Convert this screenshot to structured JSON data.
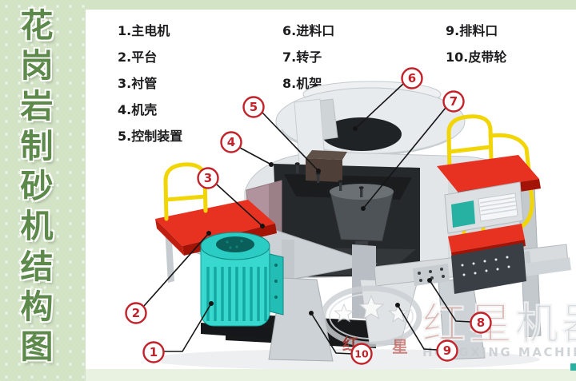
{
  "sidebar": {
    "title": "花岗岩制砂机结构图",
    "chars": [
      "花",
      "岗",
      "岩",
      "制",
      "砂",
      "机",
      "结",
      "构",
      "图"
    ],
    "bg_color": "#d3e3c6",
    "text_color": "#5d8a4b"
  },
  "legend": {
    "col1": [
      "1.主电机",
      "2.平台",
      "3.衬管",
      "4.机壳",
      "5.控制装置"
    ],
    "col2": [
      "6.进料口",
      "7.转子",
      "8.机架"
    ],
    "col3": [
      "9.排料口",
      "10.皮带轮"
    ]
  },
  "callouts": {
    "c1": "1",
    "c2": "2",
    "c3": "3",
    "c4": "4",
    "c5": "5",
    "c6": "6",
    "c7": "7",
    "c8": "8",
    "c9": "9",
    "c10": "10",
    "circle_color": "#c4222a",
    "line_color": "#161616"
  },
  "watermark": {
    "logo": "three-star-oval-logo",
    "brand_cn_1": "红星",
    "brand_cn_2": "机器",
    "brand_en": "HONGXING MACHINERY",
    "seal_cn_1": "红",
    "seal_cn_2": "星"
  },
  "colors": {
    "platform_red": "#e73222",
    "motor_cyan": "#38d8cf",
    "railing_yellow": "#f2d505",
    "casing_gray": "#e2e6e9",
    "cavity_dark": "#26292c",
    "liner_mauve": "#b0939c",
    "bottom_strip": "#e9f2e1"
  }
}
